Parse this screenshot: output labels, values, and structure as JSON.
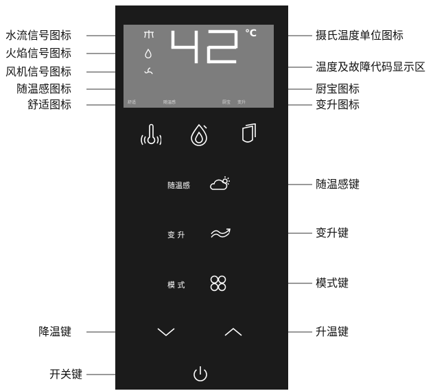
{
  "display": {
    "temperature": "42",
    "unit": "℃",
    "comfort_text": "舒适",
    "follow_temp_text": "随温感",
    "kitchen_text": "厨宝",
    "change_rise_text": "变升"
  },
  "buttons": {
    "follow_temp": "随温感",
    "change_rise": "变  升",
    "mode": "模  式"
  },
  "callouts": {
    "water_flow_icon": "水流信号图标",
    "flame_icon": "火焰信号图标",
    "fan_icon": "风机信号图标",
    "follow_temp_icon": "随温感图标",
    "comfort_icon": "舒适图标",
    "celsius_icon": "摄氏温度单位图标",
    "temp_fault_area": "温度及故障代码显示区",
    "kitchen_icon": "厨宝图标",
    "change_rise_icon": "变升图标",
    "follow_temp_key": "随温感键",
    "change_rise_key": "变升键",
    "mode_key": "模式键",
    "temp_down_key": "降温键",
    "temp_up_key": "升温键",
    "power_key": "开关键"
  },
  "icons": {
    "water_flow": "shower-icon",
    "flame": "flame-icon",
    "fan": "fan-icon",
    "thermometer": "thermometer-icon",
    "flame_drop": "flame-drop-icon",
    "shield": "shield-icon",
    "weather": "cloud-sun-icon",
    "wave": "double-wave-icon",
    "mode": "four-circles-icon",
    "down": "chevron-down-icon",
    "up": "chevron-up-icon",
    "power": "power-icon"
  },
  "colors": {
    "panel": "#1b1b1b",
    "lcd": "#7d7d7d",
    "segment": "#ffffff",
    "callout_line": "#333333"
  }
}
